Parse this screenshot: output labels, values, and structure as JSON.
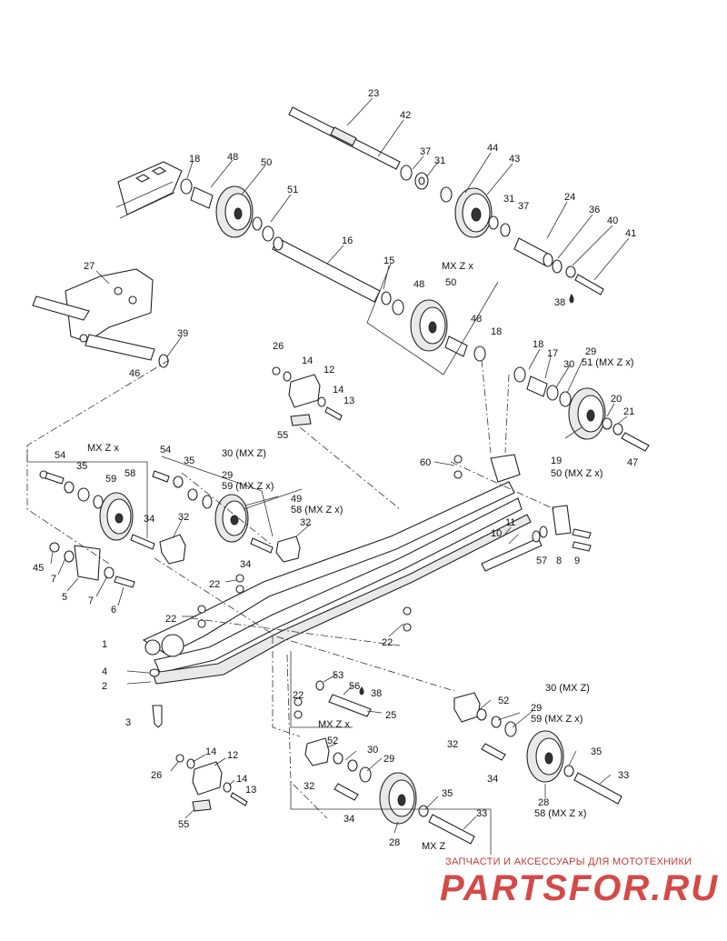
{
  "callouts": [
    {
      "text": "23"
    },
    {
      "text": "42"
    },
    {
      "text": "37"
    },
    {
      "text": "31"
    },
    {
      "text": "44"
    },
    {
      "text": "43"
    },
    {
      "text": "18"
    },
    {
      "text": "48"
    },
    {
      "text": "50"
    },
    {
      "text": "51"
    },
    {
      "text": "31"
    },
    {
      "text": "37"
    },
    {
      "text": "24"
    },
    {
      "text": "36"
    },
    {
      "text": "40"
    },
    {
      "text": "41"
    },
    {
      "text": "38"
    },
    {
      "text": "16"
    },
    {
      "text": "15"
    },
    {
      "text": "MX Z x"
    },
    {
      "text": "48"
    },
    {
      "text": "50"
    },
    {
      "text": "48"
    },
    {
      "text": "18"
    },
    {
      "text": "27"
    },
    {
      "text": "39"
    },
    {
      "text": "46"
    },
    {
      "text": "26"
    },
    {
      "text": "14"
    },
    {
      "text": "12"
    },
    {
      "text": "14"
    },
    {
      "text": "13"
    },
    {
      "text": "55"
    },
    {
      "text": "18"
    },
    {
      "text": "17"
    },
    {
      "text": "29"
    },
    {
      "text": "51 (MX Z x)"
    },
    {
      "text": "30"
    },
    {
      "text": "20"
    },
    {
      "text": "21"
    },
    {
      "text": "19"
    },
    {
      "text": "50 (MX Z x)"
    },
    {
      "text": "47"
    },
    {
      "text": "MX Z x"
    },
    {
      "text": "54"
    },
    {
      "text": "35"
    },
    {
      "text": "59"
    },
    {
      "text": "58"
    },
    {
      "text": "54"
    },
    {
      "text": "35"
    },
    {
      "text": "30 (MX Z)"
    },
    {
      "text": "29"
    },
    {
      "text": "59 (MX Z x)"
    },
    {
      "text": "49"
    },
    {
      "text": "58 (MX Z x)"
    },
    {
      "text": "60"
    },
    {
      "text": "34"
    },
    {
      "text": "32"
    },
    {
      "text": "32"
    },
    {
      "text": "11"
    },
    {
      "text": "10"
    },
    {
      "text": "57"
    },
    {
      "text": "8"
    },
    {
      "text": "9"
    },
    {
      "text": "45"
    },
    {
      "text": "7"
    },
    {
      "text": "5"
    },
    {
      "text": "7"
    },
    {
      "text": "6"
    },
    {
      "text": "34"
    },
    {
      "text": "22"
    },
    {
      "text": "22"
    },
    {
      "text": "22"
    },
    {
      "text": "1"
    },
    {
      "text": "4"
    },
    {
      "text": "2"
    },
    {
      "text": "3"
    },
    {
      "text": "53"
    },
    {
      "text": "56"
    },
    {
      "text": "38"
    },
    {
      "text": "25"
    },
    {
      "text": "22"
    },
    {
      "text": "MX Z x"
    },
    {
      "text": "30 (MX Z)"
    },
    {
      "text": "52"
    },
    {
      "text": "29"
    },
    {
      "text": "59 (MX Z x)"
    },
    {
      "text": "32"
    },
    {
      "text": "34"
    },
    {
      "text": "26"
    },
    {
      "text": "14"
    },
    {
      "text": "12"
    },
    {
      "text": "52"
    },
    {
      "text": "30"
    },
    {
      "text": "29"
    },
    {
      "text": "32"
    },
    {
      "text": "14"
    },
    {
      "text": "13"
    },
    {
      "text": "55"
    },
    {
      "text": "35"
    },
    {
      "text": "33"
    },
    {
      "text": "34"
    },
    {
      "text": "28"
    },
    {
      "text": "MX Z"
    },
    {
      "text": "35"
    },
    {
      "text": "33"
    },
    {
      "text": "28"
    },
    {
      "text": "58 (MX Z x)"
    }
  ],
  "watermark": {
    "tagline": "ЗАПЧАСТИ И АКСЕССУАРЫ ДЛЯ МОТОТЕХНИКИ",
    "logo": "PARTSFOR.RU",
    "color": "#d23a3a"
  }
}
